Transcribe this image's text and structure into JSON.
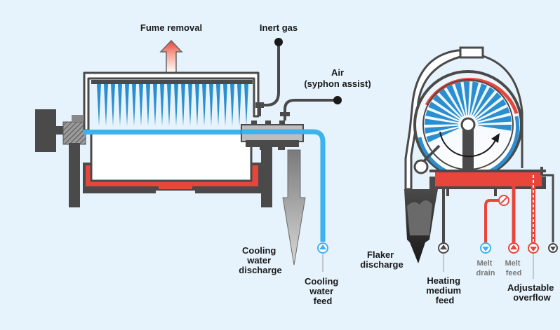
{
  "labels": {
    "fume_removal": "Fume removal",
    "inert_gas": "Inert gas",
    "air_line1": "Air",
    "air_line2": "(syphon assist)",
    "cooling_water_discharge": [
      "Cooling",
      "water",
      "discharge"
    ],
    "cooling_water_feed": [
      "Cooling",
      "water",
      "feed"
    ],
    "flaker_discharge": [
      "Flaker",
      "discharge"
    ],
    "heating_medium_feed": [
      "Heating",
      "medium",
      "feed"
    ],
    "melt_drain": [
      "Melt",
      "drain"
    ],
    "melt_feed": [
      "Melt",
      "feed"
    ],
    "adjustable_overflow": [
      "Adjustable",
      "overflow"
    ]
  },
  "colors": {
    "background": "#e6f3fc",
    "cooling_water": "#3cb3ec",
    "melt": "#e8453c",
    "structure": "#4a4a4a",
    "drum_blue": "#2a8fd0",
    "discharge_gray": "#8c8c8c"
  }
}
